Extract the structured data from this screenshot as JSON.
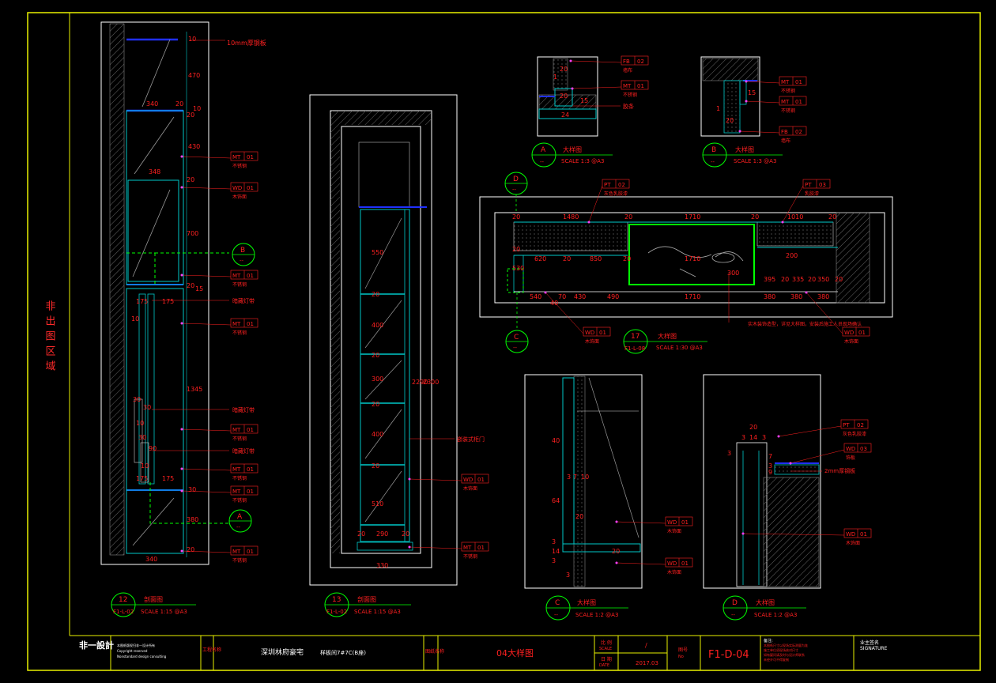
{
  "side_label": "非出图区域",
  "views": {
    "section12": {
      "num": "12",
      "ref": "F1-L-02",
      "title": "剖面图",
      "scale": "SCALE 1:15 @A3"
    },
    "section13": {
      "num": "13",
      "ref": "F1-L-02",
      "title": "剖面图",
      "scale": "SCALE 1:15 @A3"
    },
    "detailA": {
      "num": "A",
      "ref": "--",
      "title": "大样图",
      "scale": "SCALE 1:3 @A3"
    },
    "detailB": {
      "num": "B",
      "ref": "--",
      "title": "大样图",
      "scale": "SCALE 1:3 @A3"
    },
    "plan17": {
      "num": "17",
      "ref": "F1-L-08",
      "title": "大样图",
      "scale": "SCALE 1:30 @A3"
    },
    "detailC": {
      "num": "C",
      "ref": "--",
      "title": "大样图",
      "scale": "SCALE 1:2 @A3"
    },
    "detailD": {
      "num": "D",
      "ref": "--",
      "title": "大样图",
      "scale": "SCALE 1:2 @A3"
    }
  },
  "callouts": {
    "B": {
      "letter": "B",
      "ref": "--"
    },
    "A": {
      "letter": "A",
      "ref": "--"
    },
    "C": {
      "letter": "C",
      "ref": "--"
    },
    "D": {
      "letter": "D",
      "ref": "--"
    }
  },
  "section12_dims": {
    "d10a": "10",
    "d470": "470",
    "d340a": "340",
    "d20a": "20",
    "d10b": "10",
    "d20b": "20",
    "d430": "430",
    "d348": "348",
    "d20c": "20",
    "d700": "700",
    "d20d": "20",
    "d15": "15",
    "d175a": "175",
    "d175b": "175",
    "d10c": "10",
    "d1345": "1345",
    "d30a": "30",
    "d30b": "30",
    "d10d": "10",
    "d30c": "30",
    "d90": "90",
    "d10e": "10",
    "d175c": "175",
    "d175d": "175",
    "d30d": "30",
    "d380": "380",
    "d20e": "20",
    "d340b": "340"
  },
  "section12_notes": {
    "glass": "10mm厚钢板",
    "hidden_light_1": "暗藏灯带",
    "hidden_light_2": "暗藏灯带",
    "hidden_light_3": "暗藏灯带"
  },
  "section13_dims": {
    "d550": "550",
    "d20a": "20",
    "d400a": "400",
    "d20b": "20",
    "d300": "300",
    "d20c": "20",
    "d400b": "400",
    "d20d": "20",
    "d510": "510",
    "d2290": "2290",
    "d2300": "2300",
    "d20e": "20",
    "d290": "290",
    "d20f": "20",
    "d330": "330"
  },
  "section13_note": "嵌装式柜门",
  "tags": [
    {
      "code": "MT",
      "no": "01",
      "desc": "不锈钢"
    },
    {
      "code": "WD",
      "no": "01",
      "desc": "木饰面"
    },
    {
      "code": "MT",
      "no": "01",
      "desc": "不锈钢"
    },
    {
      "code": "MT",
      "no": "01",
      "desc": "不锈钢"
    },
    {
      "code": "MT",
      "no": "01",
      "desc": "不锈钢"
    },
    {
      "code": "MT",
      "no": "01",
      "desc": "不锈钢"
    },
    {
      "code": "MT",
      "no": "01",
      "desc": "不锈钢"
    },
    {
      "code": "MT",
      "no": "01",
      "desc": "不锈钢"
    },
    {
      "code": "WD",
      "no": "01",
      "desc": "木饰面"
    },
    {
      "code": "MT",
      "no": "01",
      "desc": "不锈钢"
    },
    {
      "code": "FB",
      "no": "02",
      "desc": "墙布"
    },
    {
      "code": "MT",
      "no": "01",
      "desc": "不锈钢"
    },
    {
      "code": "MT",
      "no": "01",
      "desc": "不锈钢"
    },
    {
      "code": "MT",
      "no": "01",
      "desc": "不锈钢"
    },
    {
      "code": "FB",
      "no": "02",
      "desc": "墙布"
    },
    {
      "code": "PT",
      "no": "02",
      "desc": "灰色乳胶漆"
    },
    {
      "code": "PT",
      "no": "03",
      "desc": "乳胶漆"
    },
    {
      "code": "WD",
      "no": "01",
      "desc": "木饰面"
    },
    {
      "code": "WD",
      "no": "01",
      "desc": "木饰面"
    },
    {
      "code": "WD",
      "no": "01",
      "desc": "木饰面"
    },
    {
      "code": "WD",
      "no": "01",
      "desc": "木饰面"
    },
    {
      "code": "PT",
      "no": "02",
      "desc": "灰色乳胶漆"
    },
    {
      "code": "WD",
      "no": "03",
      "desc": "饰板"
    },
    {
      "code": "WD",
      "no": "01",
      "desc": "木饰面"
    }
  ],
  "detailA_dims": {
    "d20a": "20",
    "d1": "1",
    "d20b": "20",
    "d15": "15",
    "d24": "24",
    "note": "胶条"
  },
  "detailB_dims": {
    "d15": "15",
    "d1": "1",
    "d20": "20"
  },
  "plan17_dims": {
    "top20a": "20",
    "top1480": "1480",
    "top20b": "20",
    "top1710": "1710",
    "top20c": "20",
    "top1010": "1010",
    "top20d": "20",
    "d20e": "20",
    "d620": "620",
    "d20f": "20",
    "d850": "850",
    "d20g": "20",
    "d1710b": "1710",
    "d530": "530",
    "d300": "300",
    "d200": "200",
    "d395": "395",
    "d20h": "20",
    "d335": "335",
    "d20i": "20",
    "d350": "350",
    "d20j": "20",
    "d540": "540",
    "d70": "70",
    "d430": "430",
    "d490": "490",
    "d1710c": "1710",
    "d380a": "380",
    "d380b": "380",
    "d380c": "380",
    "d40": "40",
    "note": "实木装饰造型，详见大样图，安装后施工人员现场确认"
  },
  "detailC_dims": {
    "d40": "40",
    "d37": "3",
    "d7": "7",
    "d10": "10",
    "d64": "64",
    "d20": "20",
    "d3a": "3",
    "d14": "14",
    "d3b": "3",
    "d20b": "20",
    "d3c": "3"
  },
  "detailD_dims": {
    "d20": "20",
    "d3": "3",
    "d14": "14",
    "d3b": "3",
    "d7": "7",
    "d3c": "3",
    "d3d": "3",
    "d9": "9",
    "note": "2mm厚钢板"
  },
  "title_block": {
    "logo": "非一設計",
    "company_lines": [
      "本图纸版权归非一设计所有",
      "Copyright reserved",
      "Nonstandard design consulting"
    ],
    "proj_label": "工程名称",
    "proj_name": "深圳林府豪宅",
    "proj_sub": "样板间7#7C(B座)",
    "drawing_label": "图纸名称",
    "drawing_name": "04大样图",
    "scale_label": "比 例",
    "scale_label_en": "SCALE",
    "scale_value": "/",
    "date_label": "日 期",
    "date_label_en": "DATE",
    "date_value": "2017.03",
    "no_label": "图号",
    "no_label_en": "No",
    "no_value": "F1-D-04",
    "remark_lines": [
      "备注:",
      "本图纸尺寸以现场实际测量为准",
      "施工单位须现场核对尺寸",
      "如有疑问请及时与设计师联系",
      "未经许可不得复制"
    ],
    "sig_label": "业主签名",
    "sig_label_en": "SIGNATURE"
  },
  "colors": {
    "frame": "#e8f000",
    "dim": "#ff2020",
    "outline": "#ffffff",
    "cyan": "#00c8c8",
    "green": "#00ff00",
    "blue": "#2030ff"
  }
}
